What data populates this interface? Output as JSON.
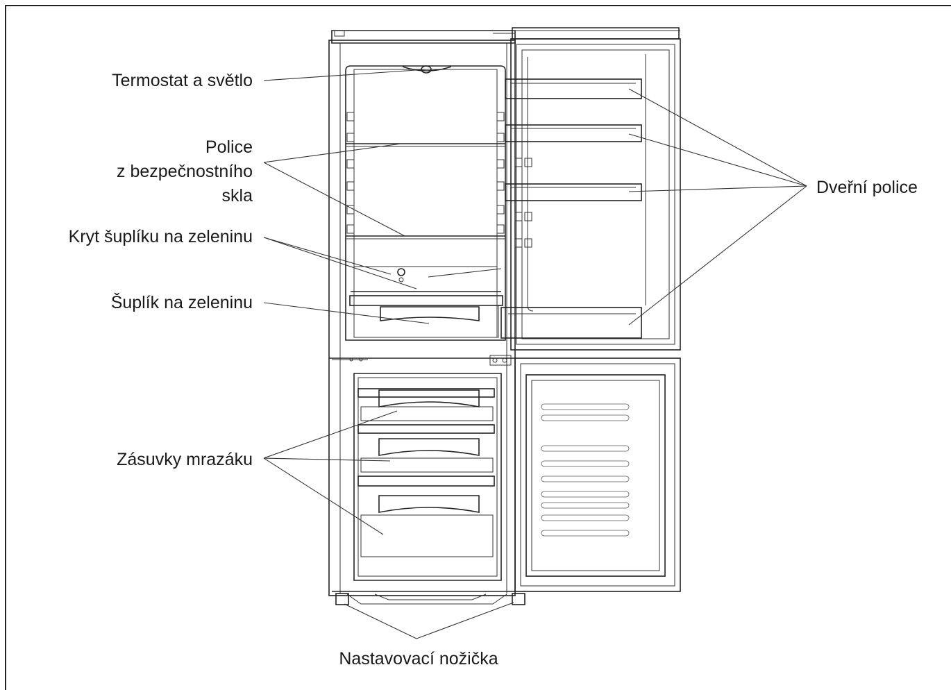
{
  "labels": {
    "thermostat": "Termostat a světlo",
    "shelves_line1": "Police",
    "shelves_line2": "z bezpečnostního",
    "shelves_line3": "skla",
    "crisper_cover": "Kryt šuplíku na zeleninu",
    "crisper": "Šuplík na zeleninu",
    "freezer_drawers": "Zásuvky mrazáku",
    "door_shelves": "Dveřní police",
    "feet": "Nastavovací nožička"
  }
}
